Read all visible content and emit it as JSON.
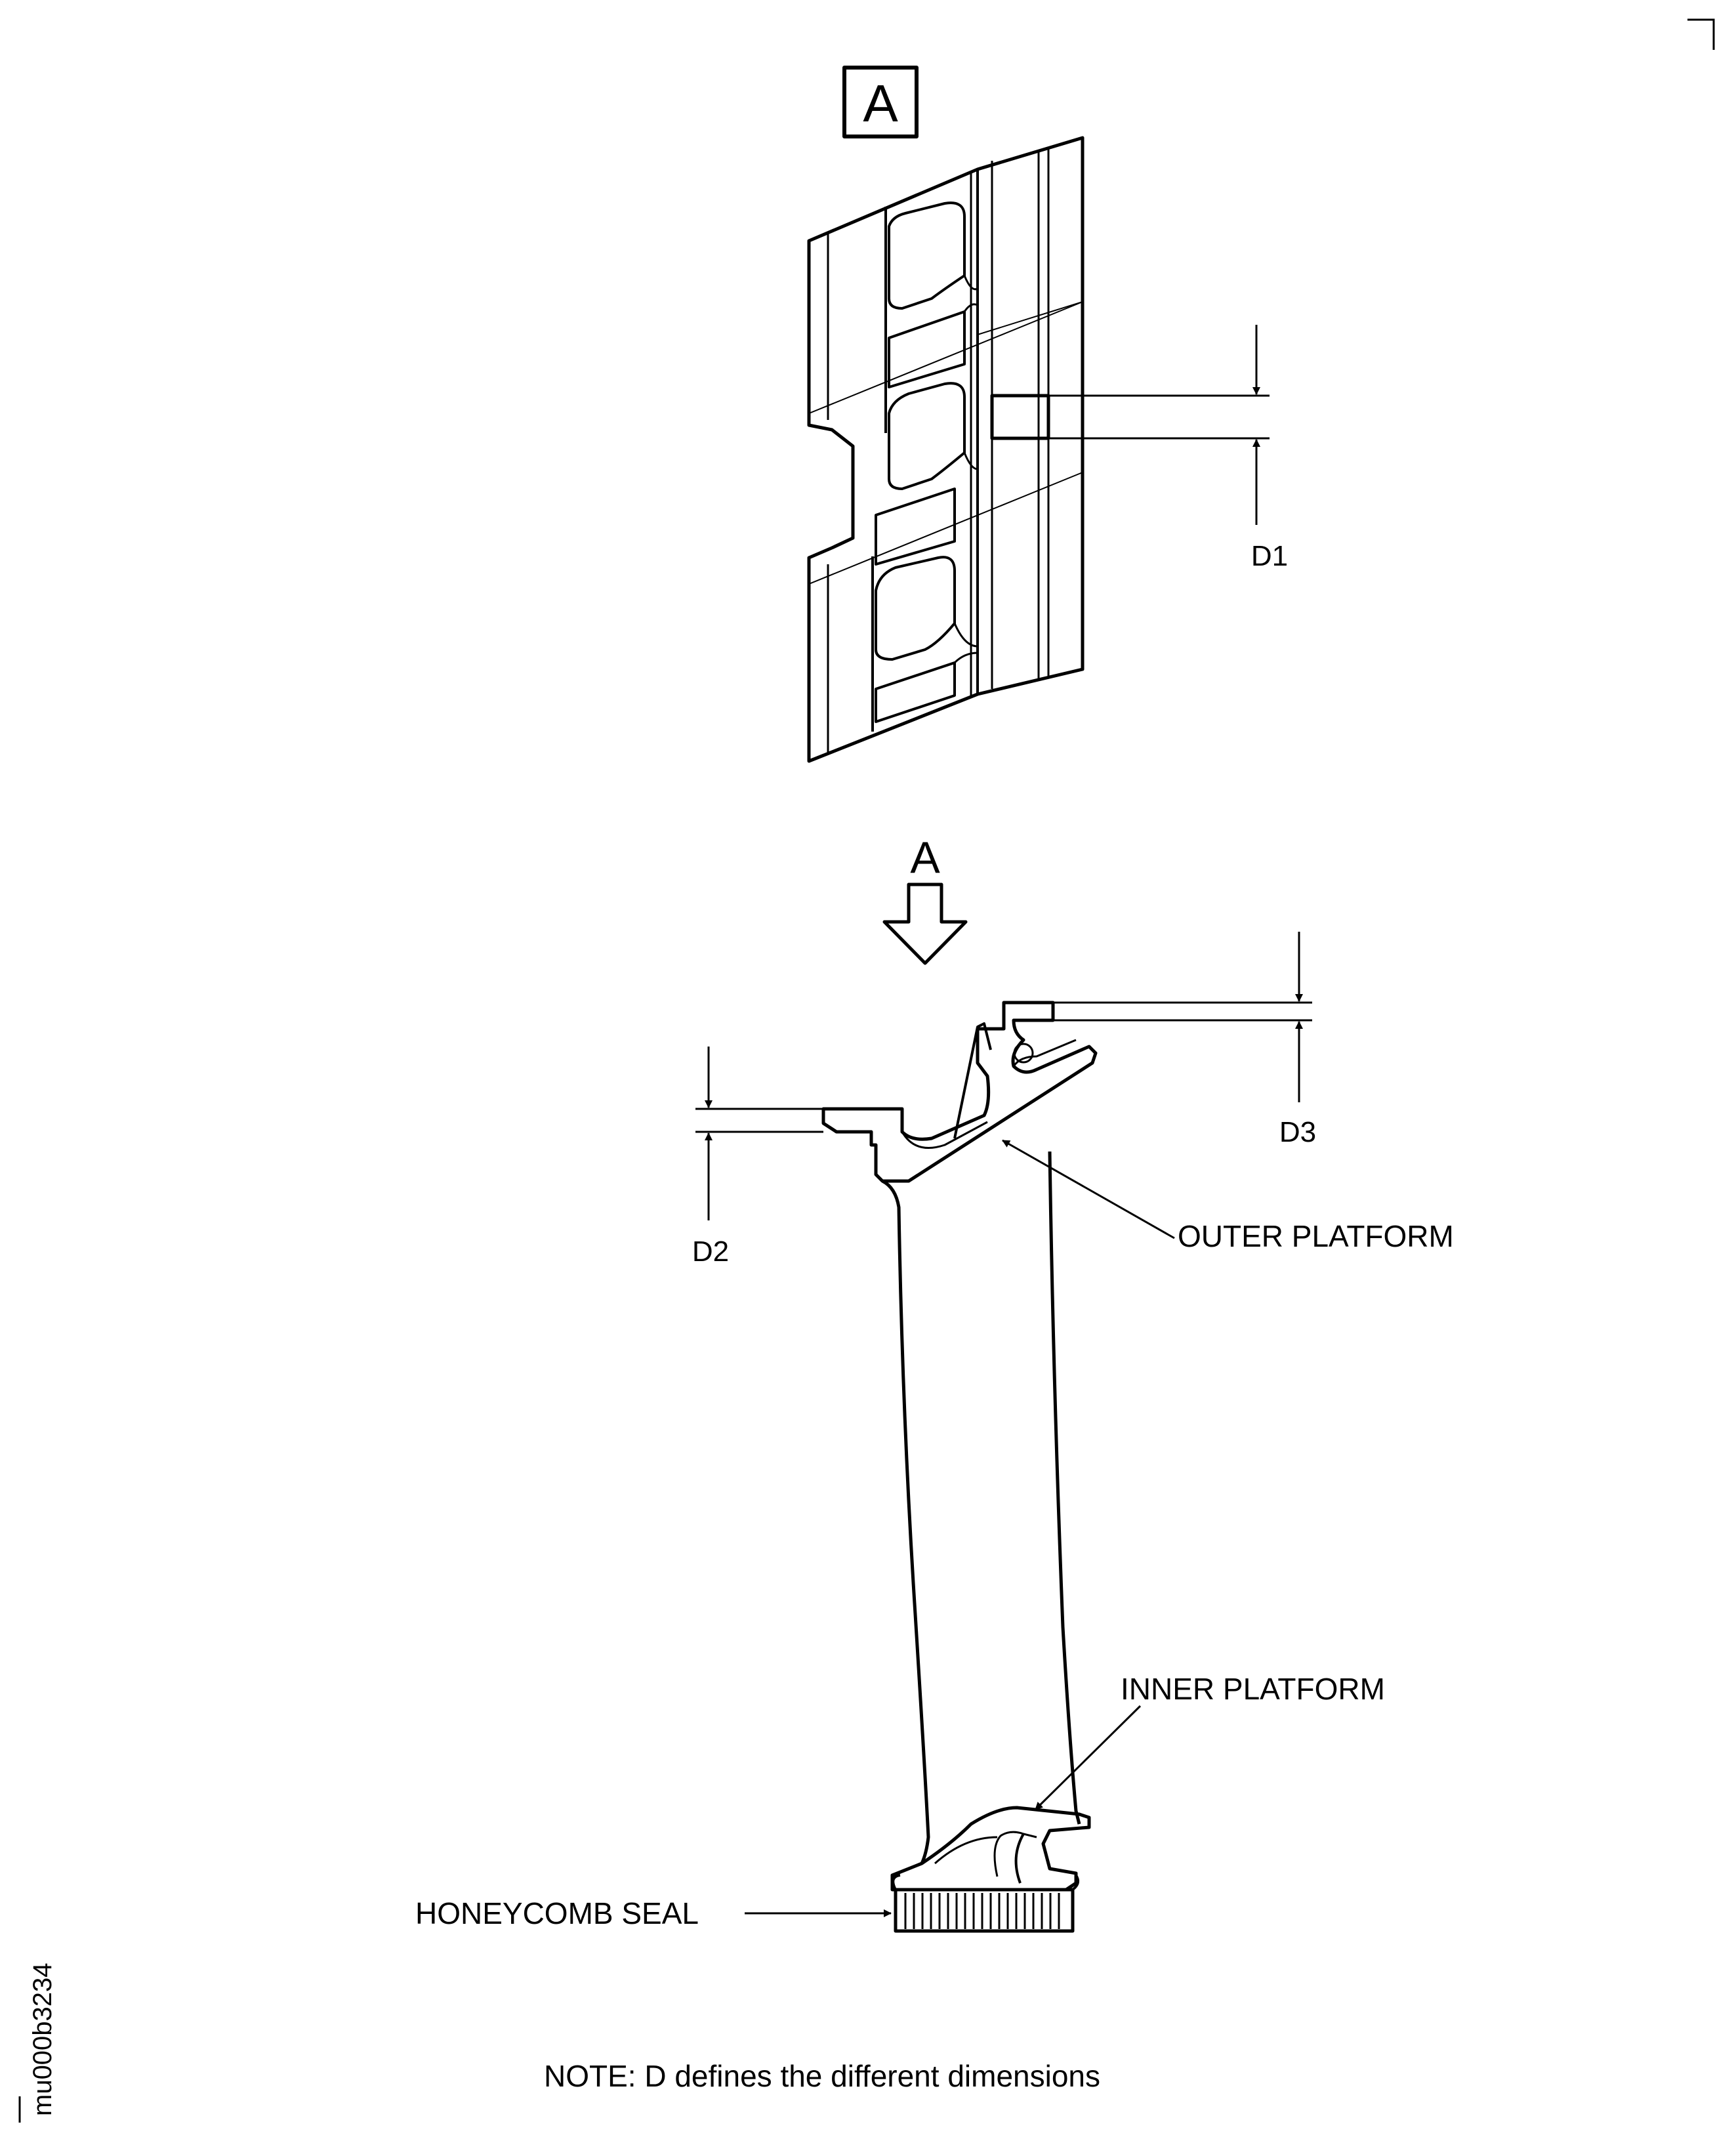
{
  "view_box_label": "A",
  "view_arrow_label": "A",
  "dimensions": {
    "d1": "D1",
    "d2": "D2",
    "d3": "D3"
  },
  "callouts": {
    "outer_platform": "OUTER PLATFORM",
    "inner_platform": "INNER PLATFORM",
    "honeycomb_seal": "HONEYCOMB SEAL"
  },
  "note": "NOTE: D defines the different dimensions",
  "figure_id": "mu000b3234"
}
